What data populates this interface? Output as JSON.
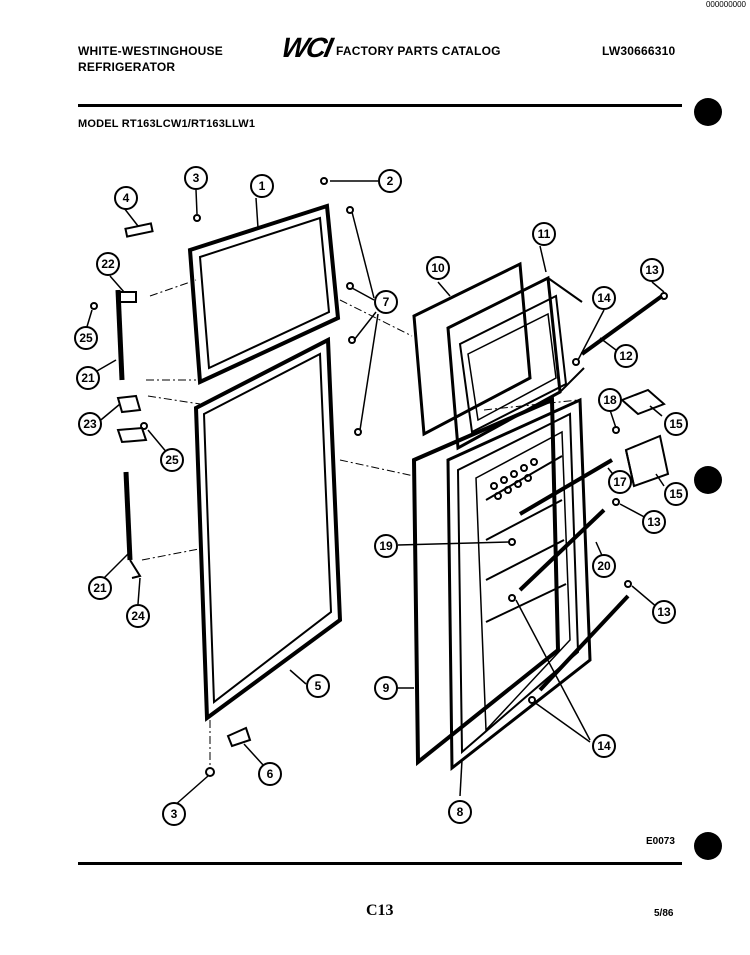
{
  "header": {
    "brand_line1": "WHITE-WESTINGHOUSE",
    "brand_line2": "REFRIGERATOR",
    "logo_text": "WCI",
    "catalog_title": "FACTORY PARTS CATALOG",
    "catalog_number": "LW30666310",
    "model": "MODEL RT163LCW1/RT163LLW1",
    "top_corner": "000000000"
  },
  "callouts": {
    "c1": "1",
    "c2": "2",
    "c3a": "3",
    "c3b": "3",
    "c4": "4",
    "c5": "5",
    "c6": "6",
    "c7": "7",
    "c8": "8",
    "c9": "9",
    "c10": "10",
    "c11": "11",
    "c12": "12",
    "c13a": "13",
    "c13b": "13",
    "c13c": "13",
    "c14a": "14",
    "c14b": "14",
    "c15a": "15",
    "c15b": "15",
    "c17": "17",
    "c18": "18",
    "c19": "19",
    "c20": "20",
    "c21a": "21",
    "c21b": "21",
    "c22": "22",
    "c23": "23",
    "c24": "24",
    "c25a": "25",
    "c25b": "25"
  },
  "footer": {
    "figure_code": "E0073",
    "page_code": "C13",
    "date_code": "5/86"
  }
}
